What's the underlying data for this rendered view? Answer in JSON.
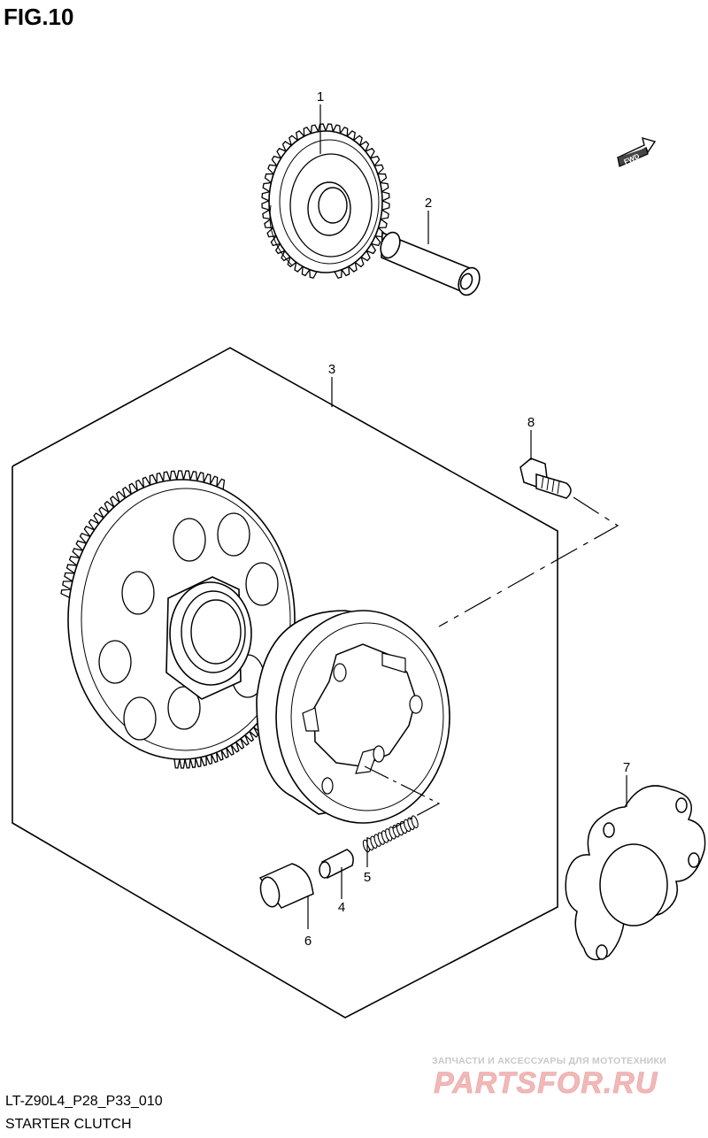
{
  "figure": {
    "title": "FIG.10",
    "code": "LT-Z90L4_P28_P33_010",
    "name": "STARTER CLUTCH",
    "direction_label": "FWD"
  },
  "callouts": [
    {
      "id": "1"
    },
    {
      "id": "2"
    },
    {
      "id": "3"
    },
    {
      "id": "4"
    },
    {
      "id": "5"
    },
    {
      "id": "6"
    },
    {
      "id": "7"
    },
    {
      "id": "8"
    }
  ],
  "watermark": {
    "tagline": "ЗАПЧАСТИ И АКСЕССУАРЫ ДЛЯ МОТОТЕХНИКИ",
    "logo": "PARTSFOR.RU",
    "color": "#f2b8b8"
  }
}
